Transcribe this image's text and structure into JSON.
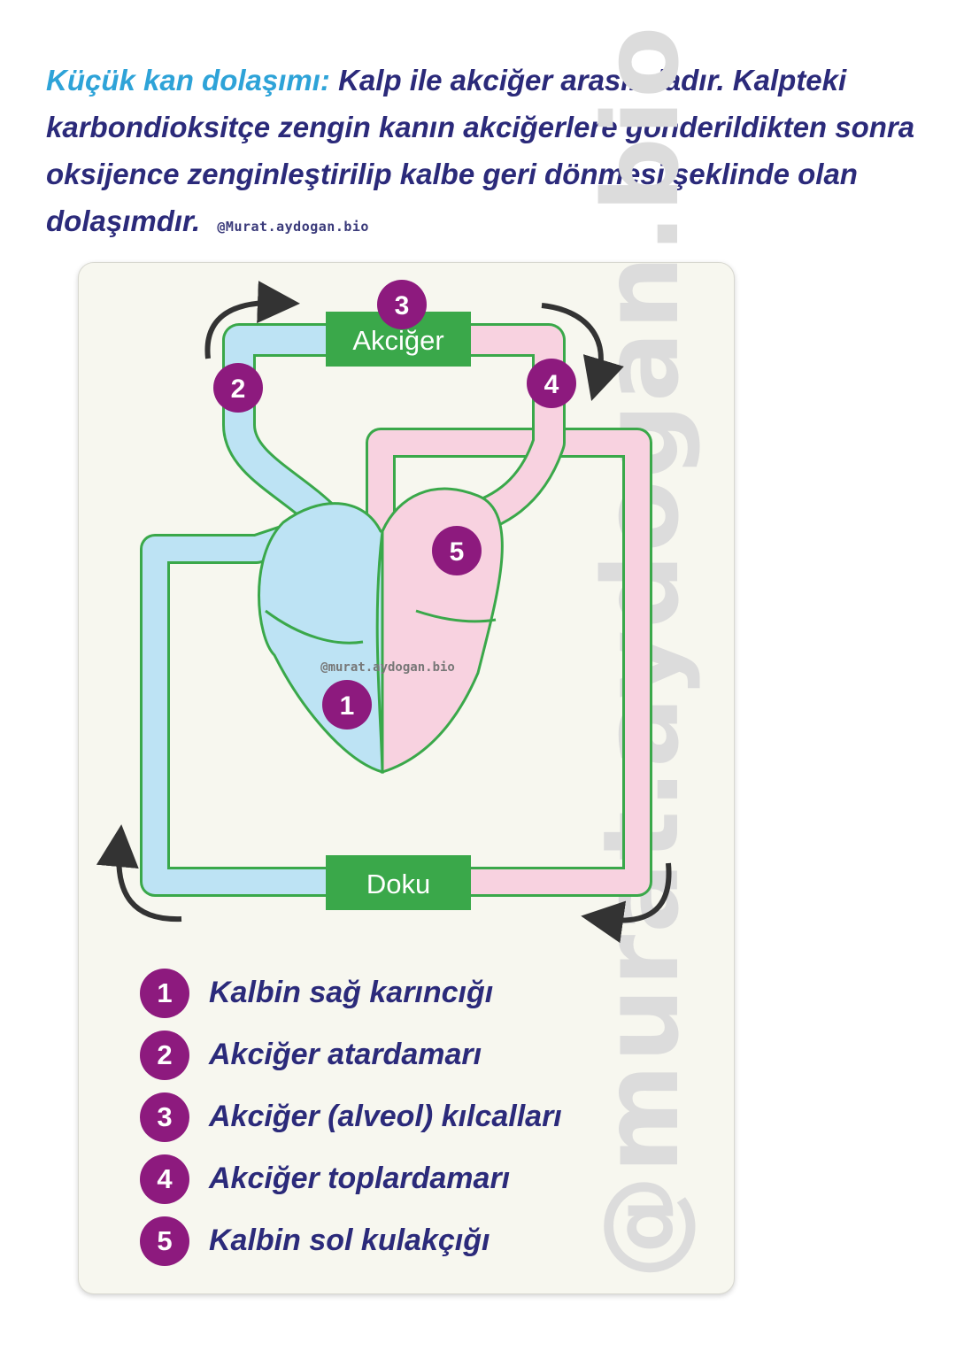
{
  "intro": {
    "term": "Küçük kan dolaşımı:",
    "definition": "Kalp ile akciğer arasındadır. Kalpteki karbondioksitçe zengin kanın akciğerlere gönderildikten sonra oksijence zenginleştirilip kalbe geri dönmesi şeklinde olan dolaşımdır.",
    "credit": "@Murat.aydogan.bio"
  },
  "diagram": {
    "lung_label": "Akciğer",
    "tissue_label": "Doku",
    "heart_credit": "@murat.aydogan.bio",
    "watermark": "@murat.aydogan.bio",
    "markers": [
      "1",
      "2",
      "3",
      "4",
      "5"
    ],
    "colors": {
      "deoxygenated": "#bde3f4",
      "oxygenated": "#f8d2e0",
      "vessel_outline": "#3aa84a",
      "label_box": "#3aa84a",
      "marker": "#8d1a7e",
      "arrow": "#333333"
    }
  },
  "legend": [
    {
      "num": "1",
      "text": "Kalbin sağ karıncığı"
    },
    {
      "num": "2",
      "text": "Akciğer atardamarı"
    },
    {
      "num": "3",
      "text": "Akciğer (alveol) kılcalları"
    },
    {
      "num": "4",
      "text": "Akciğer toplardamarı"
    },
    {
      "num": "5",
      "text": "Kalbin sol kulakçığı"
    }
  ]
}
